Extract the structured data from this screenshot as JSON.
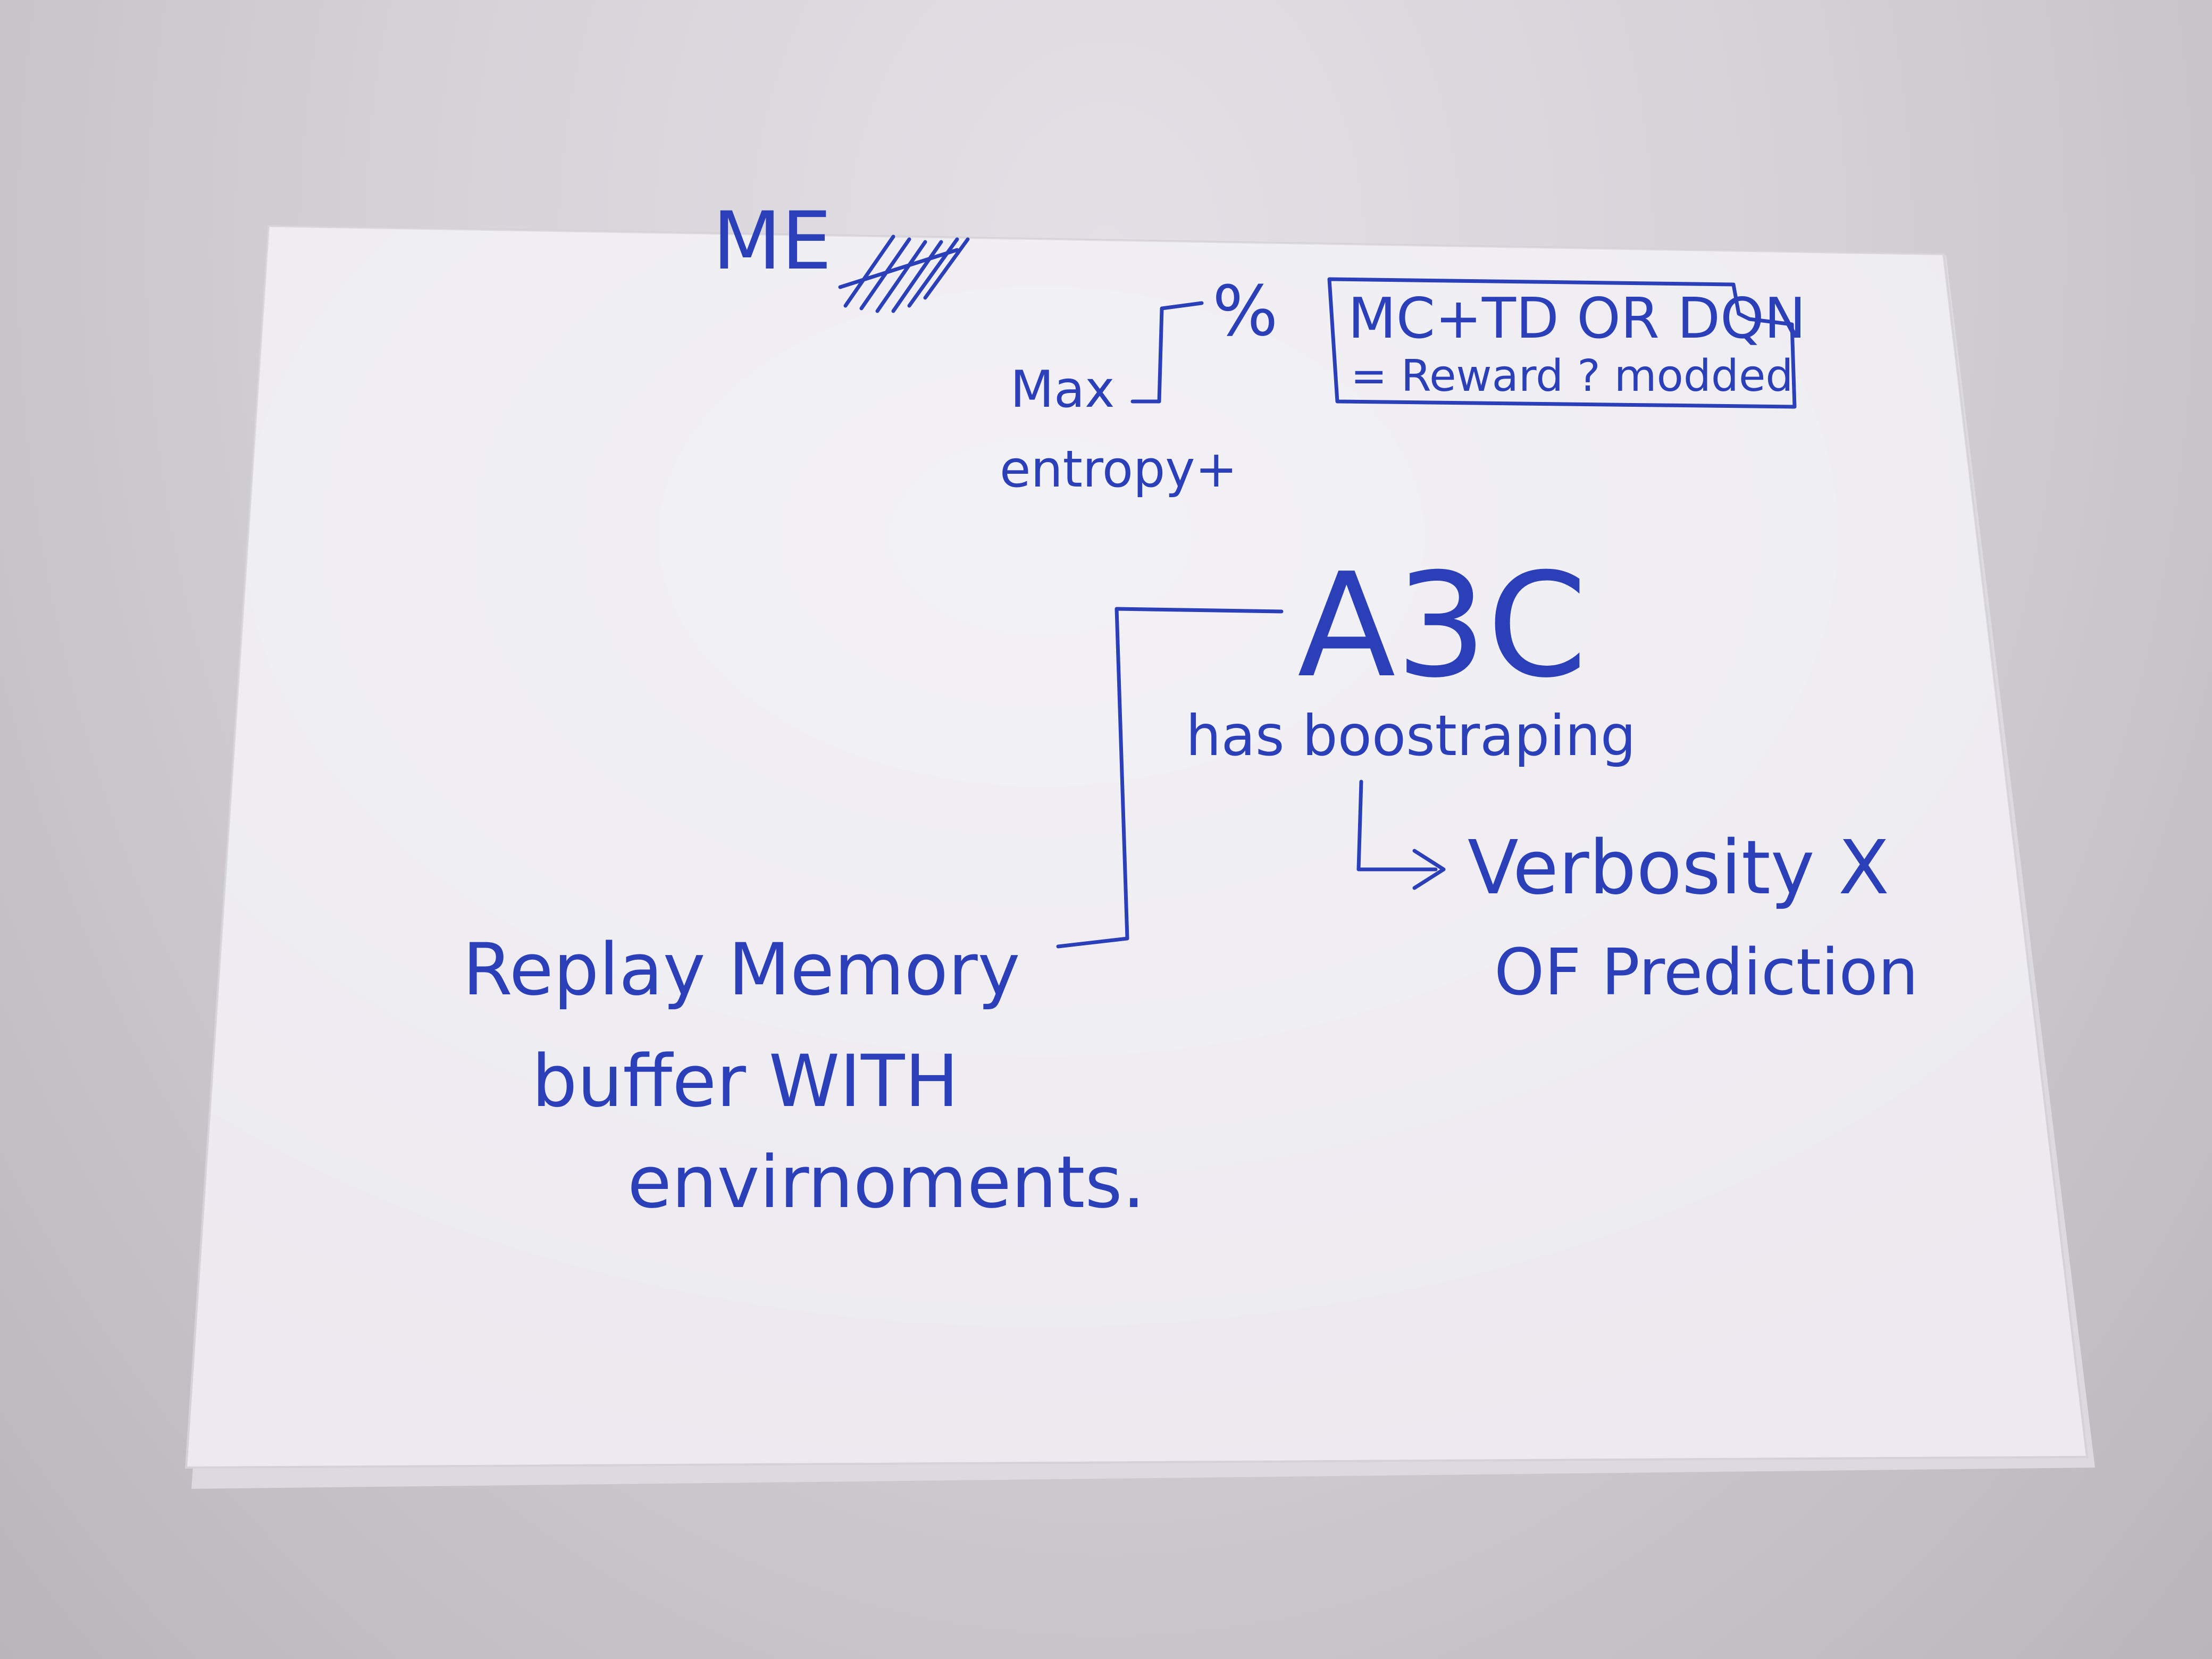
{
  "note": {
    "top_fragment": "ME",
    "percent_sign": "%",
    "box_line_1": "MC+TD OR DQN",
    "box_line_2": "= Reward ? modded",
    "max_label": "Max",
    "entropy_label": "entropy+",
    "a3c_label": "A3C",
    "bootstrapping_label": "has boostraping",
    "verbosity_label": "Verbosity X",
    "prediction_label": "OF Prediction",
    "replay_line_1": "Replay Memory",
    "replay_line_2": "buffer WITH",
    "replay_line_3": "envirnoments."
  },
  "colors": {
    "ink": "#2a3fb8",
    "paper": "#eceaf0",
    "background": "#c9c5cb"
  }
}
